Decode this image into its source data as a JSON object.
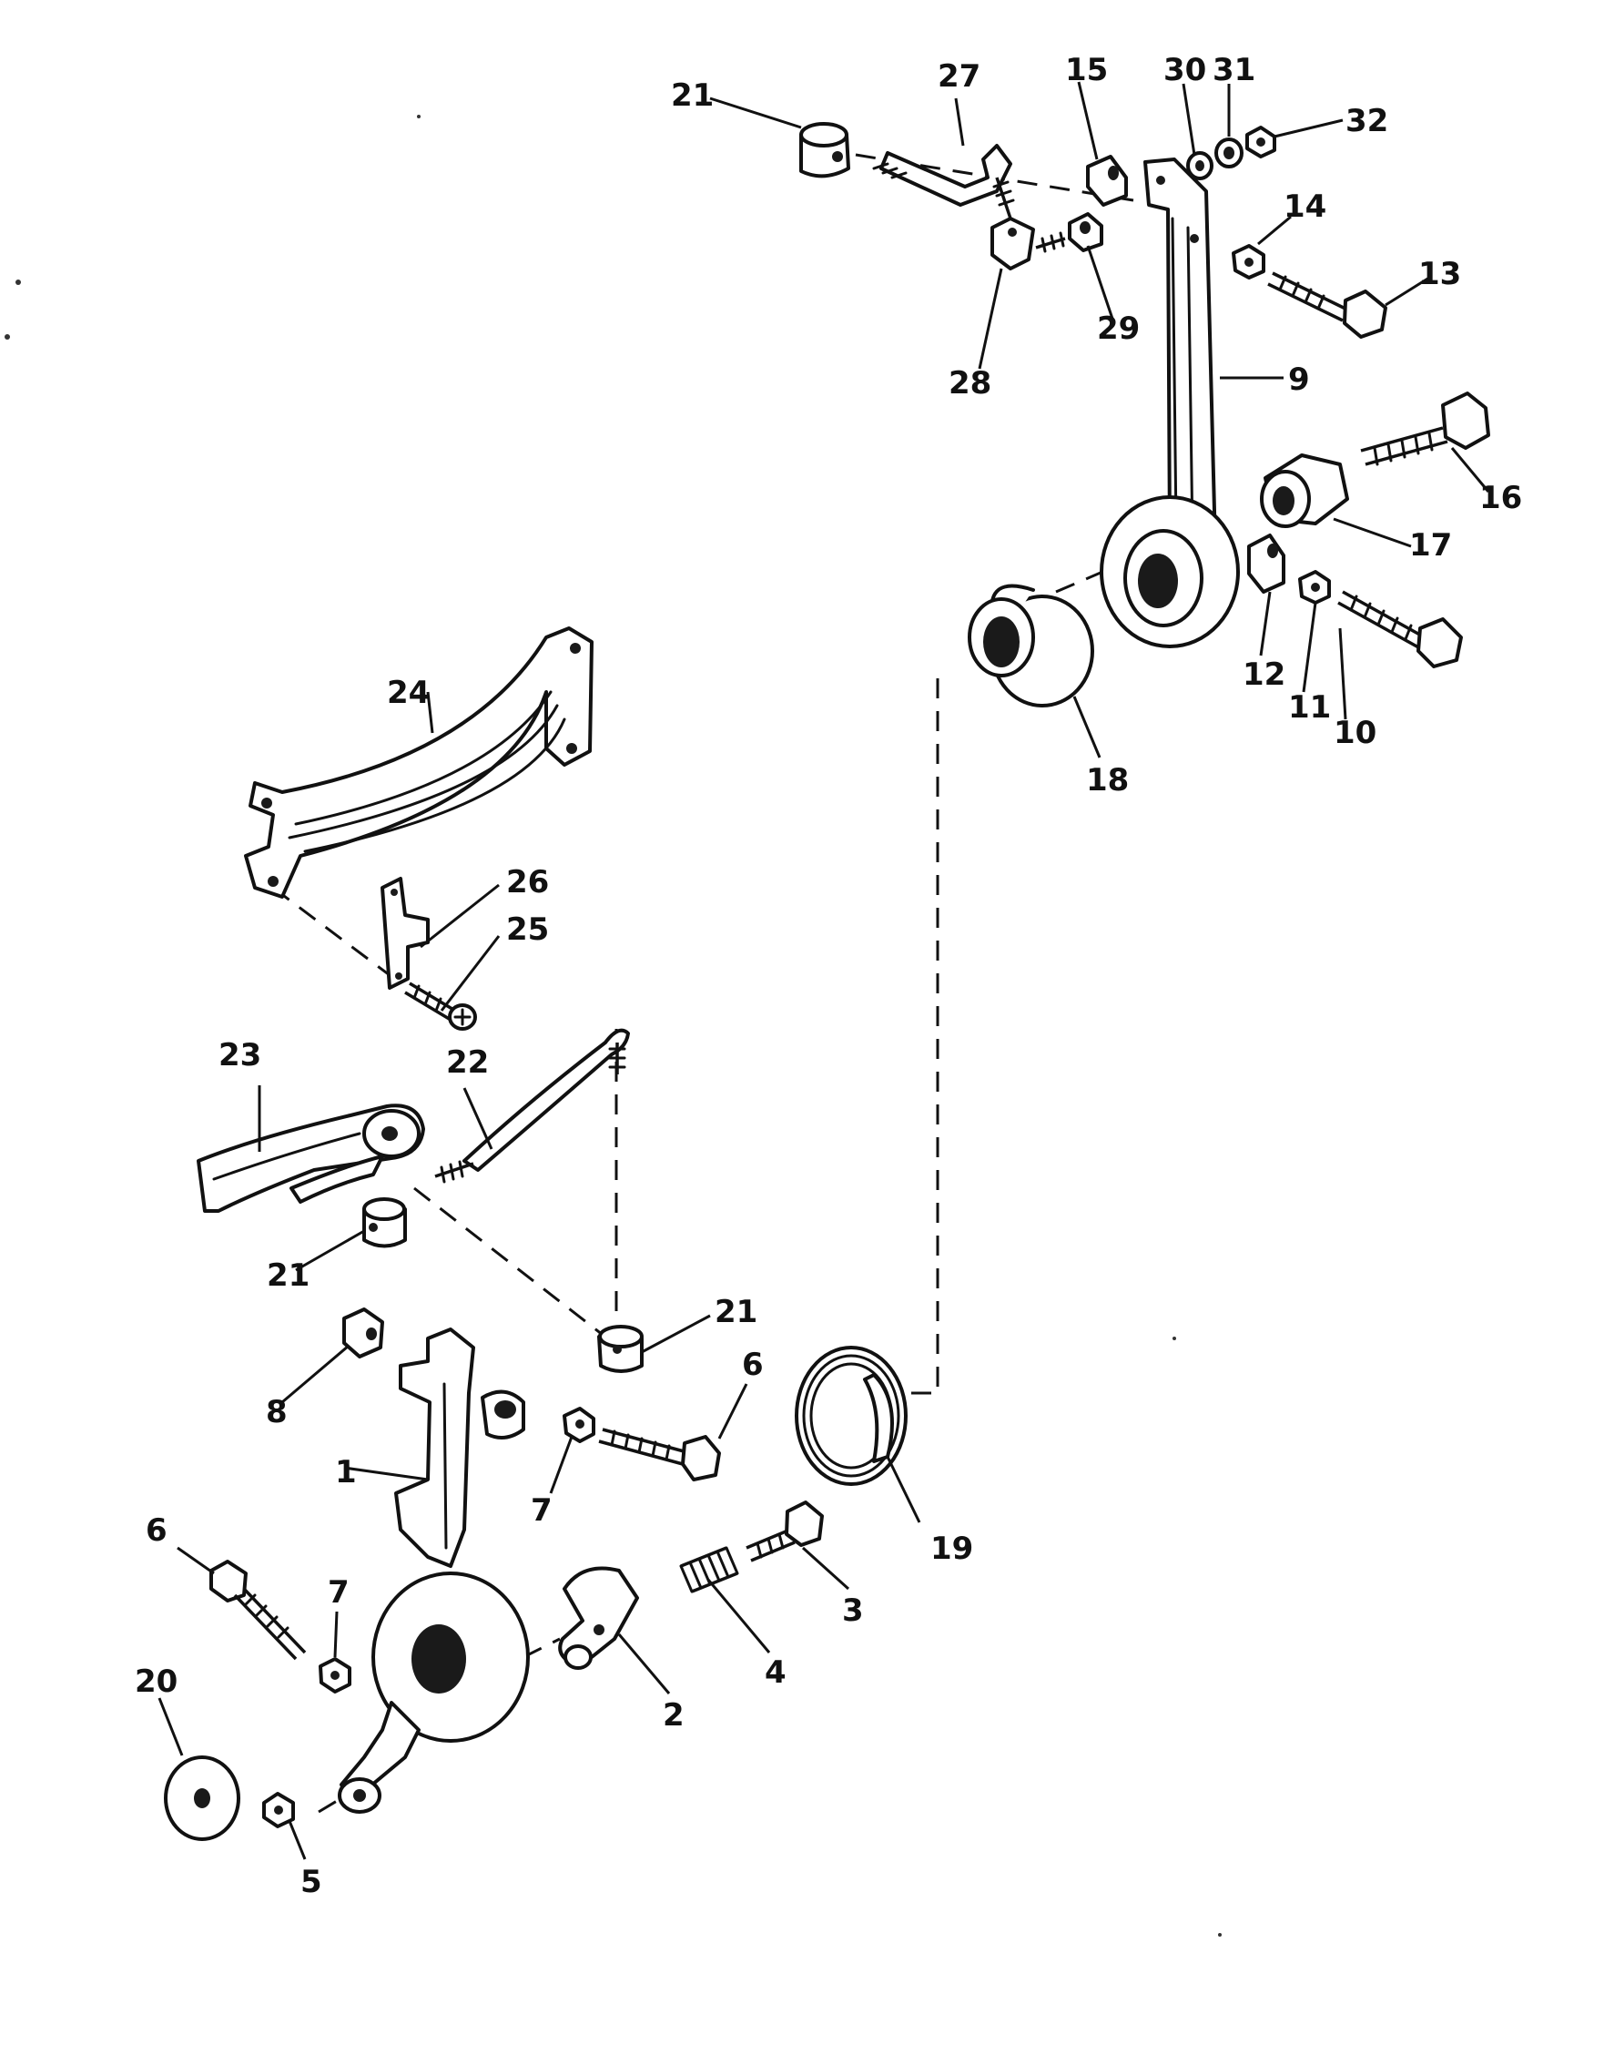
{
  "callouts": {
    "c1": "1",
    "c2": "2",
    "c3": "3",
    "c4": "4",
    "c5": "5",
    "c6a": "6",
    "c6b": "6",
    "c7a": "7",
    "c7b": "7",
    "c8": "8",
    "c9": "9",
    "c10": "10",
    "c11": "11",
    "c12": "12",
    "c13": "13",
    "c14": "14",
    "c15": "15",
    "c16": "16",
    "c17": "17",
    "c18": "18",
    "c19": "19",
    "c20": "20",
    "c21a": "21",
    "c21b": "21",
    "c21c": "21",
    "c22": "22",
    "c23": "23",
    "c24": "24",
    "c25": "25",
    "c26": "26",
    "c27": "27",
    "c28": "28",
    "c29": "29",
    "c30": "30",
    "c31": "31",
    "c32": "32"
  }
}
